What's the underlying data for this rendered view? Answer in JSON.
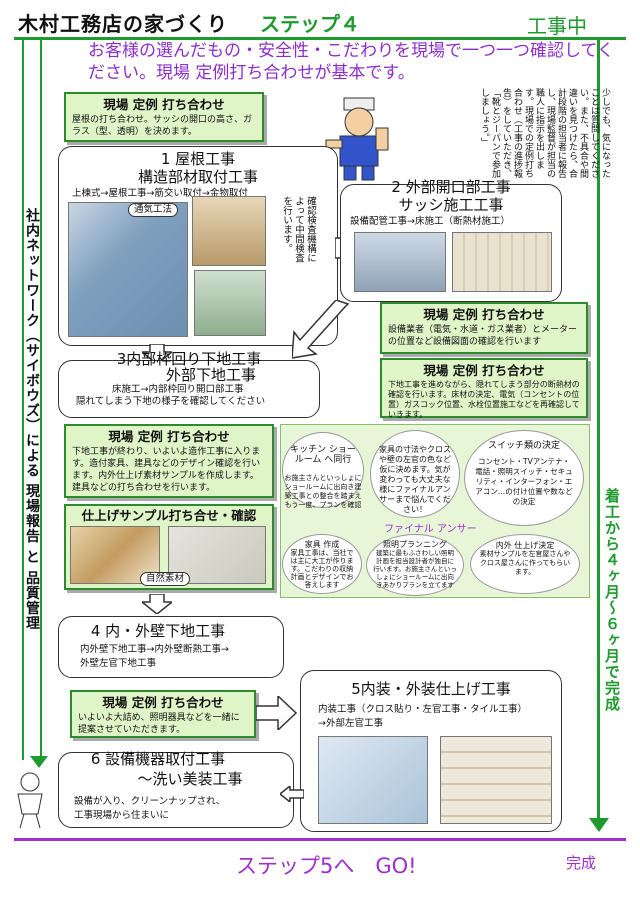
{
  "header": {
    "title": "木村工務店の家づくり",
    "step": "ステップ４",
    "status": "工事中"
  },
  "intro": "お客様の選んだもの・安全性・こだわりを現場で一つ一つ確認してください。現場 定例打ち合わせが基本です。",
  "speech": "少しでも、気になったことは質問してください。また、不具合や間違いを見つけたら、合計段階の担当者に報告し、現場監督が担当の職人に指示を出します。現場での定例打ち合わせ（工事の進捗報告）をしていただき、「靴とジーパンで参加しましょう。」",
  "meeting1": {
    "title": "現場 定例 打ち合わせ",
    "body": "屋根の打ち合わせ。サッシの開口の高さ、ガラス（型、透明）を決めます。"
  },
  "side_left": "社内ネットワーク（サイボウズ）による 現場報告 と 品質管理",
  "side_right": "着工から４ヶ月〜６ヶ月で完成",
  "s1": {
    "title1": "1 屋根工事",
    "title2": "構造部材取付工事",
    "sub": "上棟式→屋根工事→筋交い取付→金物取付",
    "tag": "通気工法",
    "vnote": "確認検査機構によって中間検査を行います。"
  },
  "s2": {
    "title1": "2 外部開口部工事",
    "title2": "サッシ施工工事",
    "sub": "設備配管工事→床施工（断熱材施工）"
  },
  "meeting2": {
    "title": "現場 定例 打ち合わせ",
    "body": "設備業者（電気・水道・ガス業者）とメーターの位置など設備図面の確認を行います"
  },
  "meeting3": {
    "title": "現場 定例 打ち合わせ",
    "body": "下地工事を進めながら、隠れてしまう部分の断熱材の確認を行います。床材の決定、電気（コンセントの位置）ガスコック位置、水栓位置施工などを再確認していきます。"
  },
  "s3": {
    "title1": "3内部枠回り下地工事",
    "title2": "外部下地工事",
    "sub1": "床施工→内部枠回り開口部工事",
    "sub2": "隠れてしまう下地の様子を確認してください"
  },
  "meeting4": {
    "title": "現場 定例 打ち合わせ",
    "body": "下地工事が終わり、いよいよ造作工事に入ります。造付家具、建具などのデザイン確認を行います。内外仕上げ素材サンプルを作成します。建具などの打ち合わせを行います。"
  },
  "sample": {
    "title": "仕上げサンプル打ち合せ・確認",
    "tag": "自然素材"
  },
  "cluster": {
    "kitchen_title": "キッチン ショールーム へ同行",
    "kitchen_body": "お施主さんといっしょにショールームに出向き建築工事との整合を踏まえもう一度、プランを確認",
    "center": "家具の寸法やクロスや壁の左官の色など仮に決めます。気が変わっても大丈夫な様にファイナルアンサーまで悩んでください！",
    "switch_title": "スイッチ類の決定",
    "switch_body": "コンセント・TVアンテナ・電話・照明スイッチ・セキュリティ・インターフォン・エアコン…の付け位置や数などの決定",
    "final": "ファイナル アンサー",
    "furniture_title": "家具 作成",
    "furniture_body": "家具工事は、当社では主に大工が作ります。こだわりの収納計画とデザインでお答えします",
    "lighting_title": "照明プランニング",
    "lighting_body": "建築に最もふさわしい照明計画を担当設計者が独自に行います。お施主さんといっしょにショールームに出向きあかりプランを立てます",
    "finish_title": "内外 仕上げ決定",
    "finish_body": "素材サンプルを左官屋さんやクロス屋さんに作ってもらいます。"
  },
  "s4": {
    "title": "4 内・外壁下地工事",
    "sub1": "内外壁下地工事→内外壁断熱工事→",
    "sub2": "外壁左官下地工事"
  },
  "meeting5": {
    "title": "現場 定例 打ち合わせ",
    "body": "いよいよ大詰め、照明器具などを一緒に提案させていただきます。"
  },
  "s5": {
    "title": "5内装・外装仕上げ工事",
    "sub1": "内装工事（クロス貼り・左官工事・タイル工事）",
    "sub2": "→外部左官工事"
  },
  "s6": {
    "title1": "6 設備機器取付工事",
    "title2": "〜洗い美装工事",
    "sub1": "設備が入り、クリーンナップされ、",
    "sub2": "工事現場から住まいに"
  },
  "footer": {
    "next": "ステップ5へ　GO!",
    "done": "完成"
  }
}
